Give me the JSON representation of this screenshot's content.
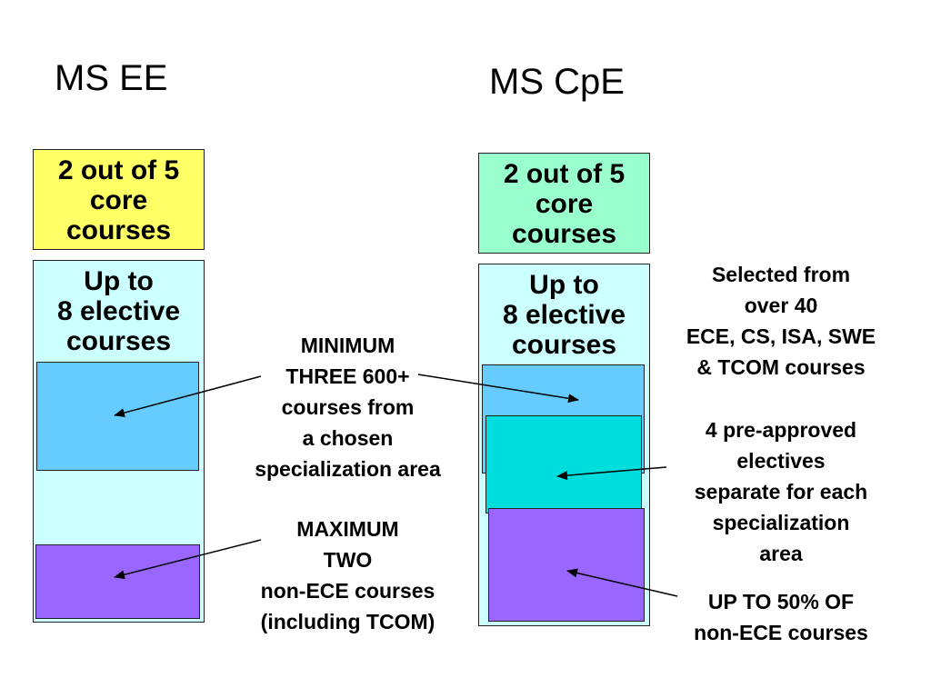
{
  "ee": {
    "title": "MS EE",
    "core_lines": [
      "2 out of 5",
      "core",
      "courses"
    ],
    "elective_lines": [
      "Up to",
      "8 elective",
      "courses"
    ]
  },
  "cpe": {
    "title": "MS CpE",
    "core_lines": [
      "2 out of 5",
      "core",
      "courses"
    ],
    "elective_lines": [
      "Up to",
      "8 elective",
      "courses"
    ]
  },
  "notes": {
    "minimum": [
      "MINIMUM",
      "THREE 600+",
      "courses from",
      "a chosen",
      "specialization area"
    ],
    "maximum": [
      "MAXIMUM",
      "TWO",
      "non-ECE courses",
      "(including TCOM)"
    ],
    "selected": [
      "Selected from",
      "over 40",
      "ECE, CS, ISA, SWE",
      "& TCOM courses"
    ],
    "preapproved": [
      "4 pre-approved",
      "electives",
      "separate for each",
      "specialization",
      "area"
    ],
    "upto": [
      "UP TO 50% OF",
      "non-ECE courses"
    ]
  },
  "colors": {
    "ee_core": "#ffff66",
    "cpe_core": "#99ffcc",
    "elective_bg": "#ccffff",
    "specialization": "#66ccff",
    "preapproved": "#00dddd",
    "non_ece": "#9966ff"
  }
}
